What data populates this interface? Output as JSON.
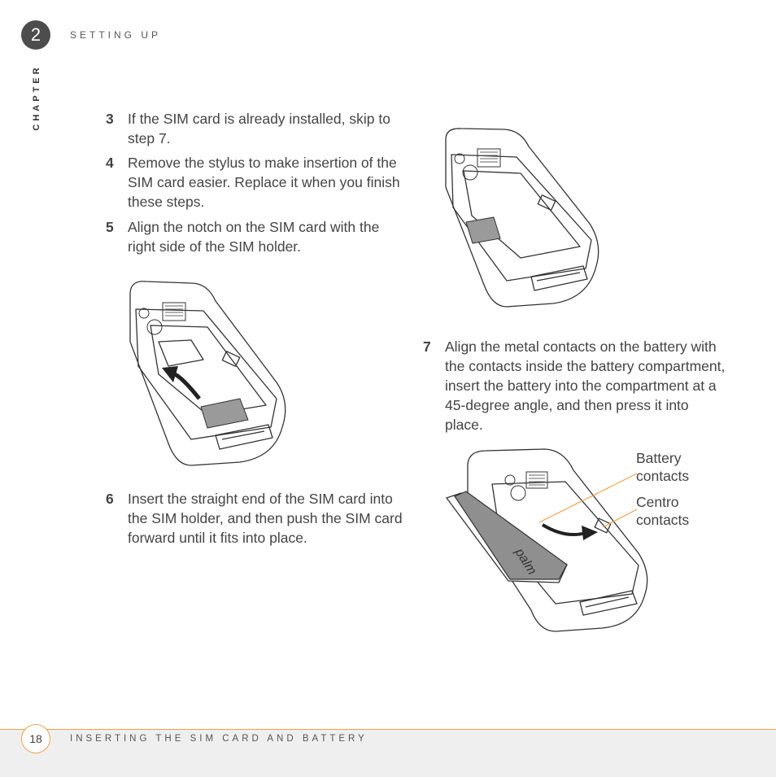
{
  "header": {
    "chapter_number": "2",
    "section": "SETTING UP",
    "chapter_label": "CHAPTER"
  },
  "steps": [
    {
      "num": "3",
      "text": "If the SIM card is already installed, skip to step 7."
    },
    {
      "num": "4",
      "text": "Remove the stylus to make insertion of the SIM card easier. Replace it when you finish these steps."
    },
    {
      "num": "5",
      "text": "Align the notch on the SIM card with the right side of the SIM holder."
    },
    {
      "num": "6",
      "text": "Insert the straight end of the SIM card into the SIM holder, and then push the SIM card forward until it fits into place."
    },
    {
      "num": "7",
      "text": "Align the metal contacts on the battery with the contacts inside the battery compartment, insert the battery into the compartment at a 45-degree angle, and then press it into place."
    }
  ],
  "callouts": {
    "battery_contacts": "Battery contacts",
    "centro_contacts": "Centro contacts"
  },
  "battery_logo": "palm",
  "footer": {
    "page_number": "18",
    "title": "INSERTING THE SIM CARD AND BATTERY"
  },
  "colors": {
    "accent": "#f0a24a",
    "text": "#444444",
    "badge": "#4d4d4d"
  }
}
